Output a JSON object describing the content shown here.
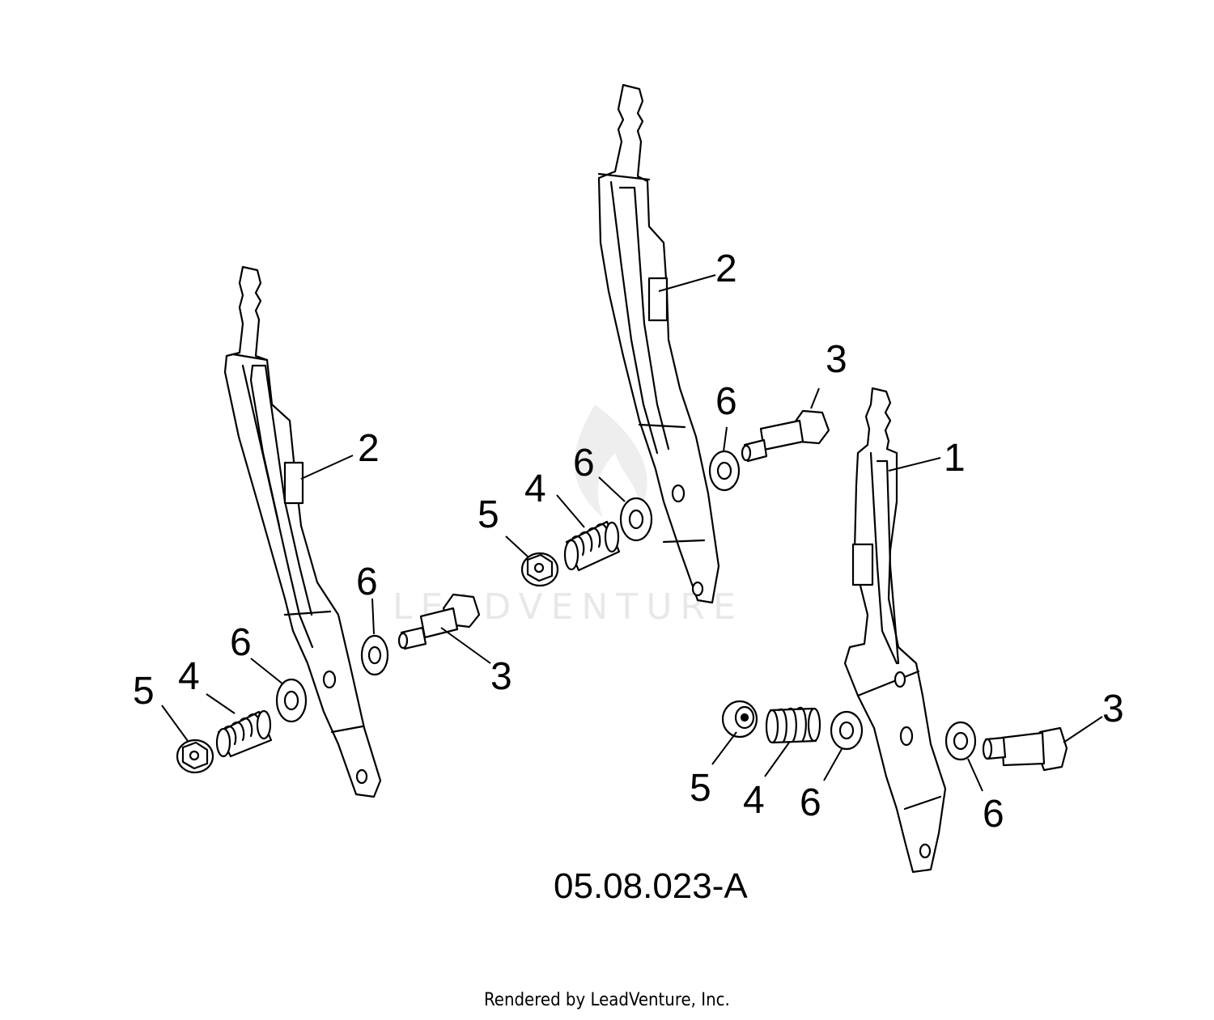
{
  "figure_id": "05.08.023-A",
  "credit": "Rendered by LeadVenture, Inc.",
  "watermark": "LEADVENTURE",
  "callouts": [
    {
      "id": "left-2",
      "label": "2"
    },
    {
      "id": "left-3",
      "label": "3"
    },
    {
      "id": "left-6a",
      "label": "6"
    },
    {
      "id": "left-6b",
      "label": "6"
    },
    {
      "id": "left-5",
      "label": "5"
    },
    {
      "id": "left-4",
      "label": "4"
    },
    {
      "id": "mid-2",
      "label": "2"
    },
    {
      "id": "mid-3",
      "label": "3"
    },
    {
      "id": "mid-6a",
      "label": "6"
    },
    {
      "id": "mid-6b",
      "label": "6"
    },
    {
      "id": "mid-5",
      "label": "5"
    },
    {
      "id": "mid-4",
      "label": "4"
    },
    {
      "id": "right-1",
      "label": "1"
    },
    {
      "id": "right-3",
      "label": "3"
    },
    {
      "id": "right-5",
      "label": "5"
    },
    {
      "id": "right-4",
      "label": "4"
    },
    {
      "id": "right-6a",
      "label": "6"
    },
    {
      "id": "right-6b",
      "label": "6"
    }
  ]
}
